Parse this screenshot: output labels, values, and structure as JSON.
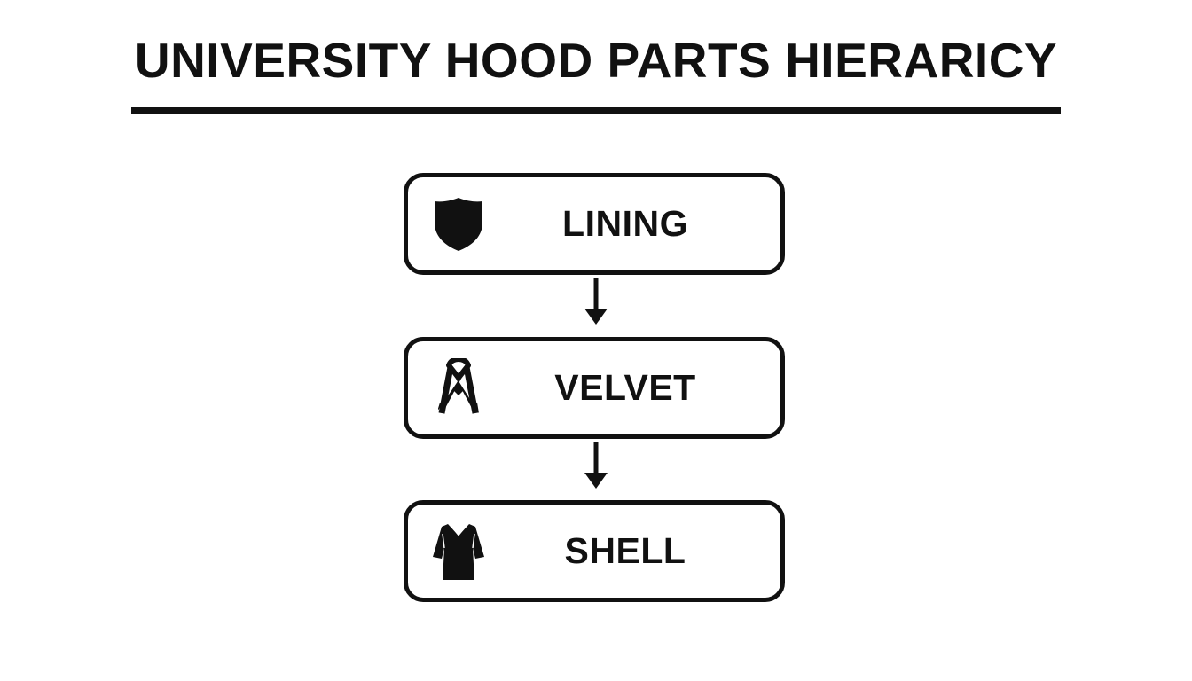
{
  "title": "UNIVERSITY HOOD PARTS HIERARICY",
  "nodes": [
    {
      "label": "LINING",
      "icon": "shield-icon"
    },
    {
      "label": "VELVET",
      "icon": "ribbon-icon"
    },
    {
      "label": "SHELL",
      "icon": "gown-icon"
    }
  ],
  "colors": {
    "ink": "#111111",
    "background": "#ffffff"
  }
}
